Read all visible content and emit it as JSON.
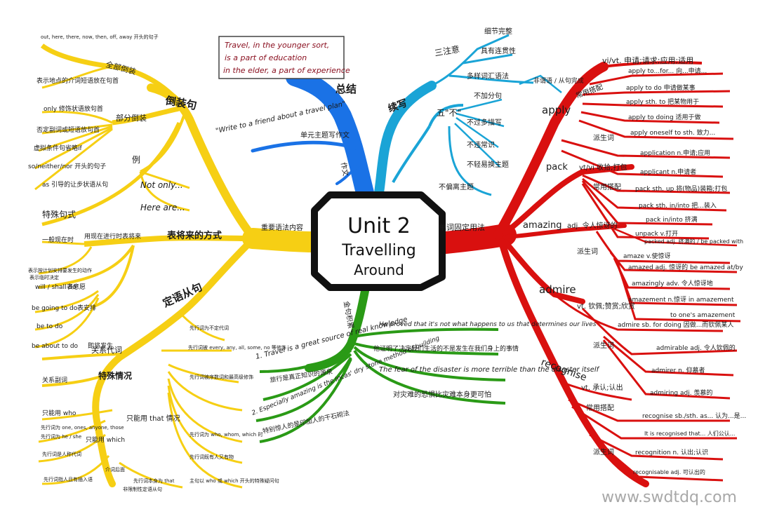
{
  "center": {
    "line1": "Unit 2",
    "line2": "Travelling",
    "line3": "Around"
  },
  "watermark": "www.swdtdq.com",
  "colors": {
    "yellow": "#f6cf14",
    "red": "#d9100f",
    "green": "#2a9a16",
    "blue": "#1a72e6",
    "cyan": "#1aa4d6",
    "ink": "#1a1a1a",
    "note_ink": "#8a1020"
  },
  "quote": {
    "line1": "Travel, in the younger sort,",
    "line2": "is a part of education",
    "line3": "in the elder, a part of experience"
  },
  "blue_branch": {
    "summary": "总结",
    "prompt": "\"Write to a friend about a travel plan\"",
    "writing_task": "单元主题写作文",
    "essay": "作文"
  },
  "cyan_branch": {
    "main": "续写",
    "sub1": "三注意",
    "sub1_items": [
      "细节完整",
      "具有连贯性",
      "多样词汇语法"
    ],
    "sub2": "五\"不\"",
    "sub2_items": [
      "不加分句",
      "不过多描写",
      "不违常识",
      "不轻易换主题",
      "不偏离主题"
    ],
    "side_note": "非谓语 / 从句完成"
  },
  "red_branch": {
    "main": "单词固定用法",
    "apply": {
      "word": "apply",
      "pos": "vi/vt. 申请;请求;应用;适用",
      "collocations_label": "常用搭配",
      "collocations": [
        "apply to...for... 向...申请...",
        "apply to do 申请做某事",
        "apply sth. to 把某物用于",
        "apply to doing 适用于做",
        "apply oneself to sth. 致力..."
      ],
      "derived_label": "派生词",
      "derived": [
        "application n.申请;应用",
        "applicant n.申请者"
      ]
    },
    "pack": {
      "word": "pack",
      "pos": "vt/vi 收拾;打包",
      "collocations_label": "常用搭配",
      "collocations": [
        "pack sth. up 将(物品)装箱;打包",
        "pack sth. in/into 把...装入",
        "pack in/into 挤满",
        "unpack v.打开"
      ],
      "derived_note": "packed adj. 挤满的 / be packed with"
    },
    "amazing": {
      "word": "amazing",
      "pos": "adj. 令人惊讶的",
      "derived_label": "派生词",
      "derived": [
        "amaze v.使惊讶",
        "amazed adj. 惊讶的 be amazed at/by",
        "amazingly adv. 令人惊讶地",
        "amazement n.惊讶 in amazement",
        "to one's amazement"
      ]
    },
    "admire": {
      "word": "admire",
      "pos": "vt. 钦佩;赞赏;欣赏",
      "collocations": [
        "admire sb. for doing 因做...而钦佩某人"
      ],
      "derived_label": "派生词",
      "derived": [
        "admirable adj. 令人钦佩的",
        "admirer n. 仰慕者",
        "admiring adj. 羡慕的"
      ]
    },
    "recognise": {
      "word": "recognise",
      "pos": "vt. 承认;认出",
      "collocations_label": "常用搭配",
      "collocations": [
        "recognise sb./sth. as... 认为...是...",
        "It is recognised that... 人们公认..."
      ],
      "derived_label": "派生词",
      "derived": [
        "recognition n. 认出;认识",
        "recognisable adj. 可认出的"
      ]
    }
  },
  "green_branch": {
    "main": "金句积累",
    "quotes": [
      "1. Travel is a great source of real knowledge",
      "旅行是真正知识的源泉",
      "2. Especially amazing is the Incas' dry stone method of building",
      "特别惊人的是印加人的干石砌法",
      "He proved that it's not what happens to us that determines our lives",
      "他证明了决定我们生活的不是发生在我们身上的事情",
      "The fear of the disaster is more terrible than the disaster itself",
      "对灾难的恐惧比灾难本身更可怕"
    ]
  },
  "yellow_branch": {
    "inversion": {
      "main": "倒装句",
      "full": "全部倒装",
      "full_items": [
        "out, here, there, now, then, off, away 开头的句子",
        "表示地点的介词短语放在句首"
      ],
      "partial": "部分倒装",
      "partial_items": [
        "only 修饰状语放句首",
        "否定副词或短语放句首",
        "虚拟条件句省略if",
        "so/neither/nor 开头的句子",
        "as 引导的让步状语从句"
      ],
      "special": "特殊句式",
      "example_label": "例",
      "examples": [
        "Not only...",
        "Here are..."
      ]
    },
    "future": {
      "main": "表将来的方式",
      "present_tense": "一般现在时",
      "items": [
        "用现在进行时表将来",
        "表示按计划安排要发生的动作",
        "will / shall do",
        "表示临时决定",
        "be going to do",
        "be to do",
        "be about to do"
      ],
      "labels": [
        "表意愿",
        "表安排",
        "即将发生"
      ]
    },
    "relative": {
      "main": "定语从句",
      "relative_words": "关系代词",
      "relative_adverbs": "关系副词",
      "special": "特殊情况",
      "that_only": "只能用 that 情况",
      "who_only": "只能用 who",
      "that_items": [
        "先行词为不定代词",
        "先行词被 every, any, all, some, no 等修饰",
        "先行词被序数词和最高级修饰",
        "先行词为 who, whom, which 时",
        "先行词既有人又有物",
        "主句以 who 或 which 开头的特殊疑问句"
      ],
      "who_items": [
        "先行词为 one, ones, anyone, those",
        "先行词为 he / she",
        "先行词是人称代词",
        "先行词指人且有插入语"
      ],
      "which_item": "只能用 which",
      "which_notes": [
        "介词后面",
        "先行词本身为 that",
        "非限制性定语从句"
      ]
    },
    "main_label": "重要语法内容"
  }
}
